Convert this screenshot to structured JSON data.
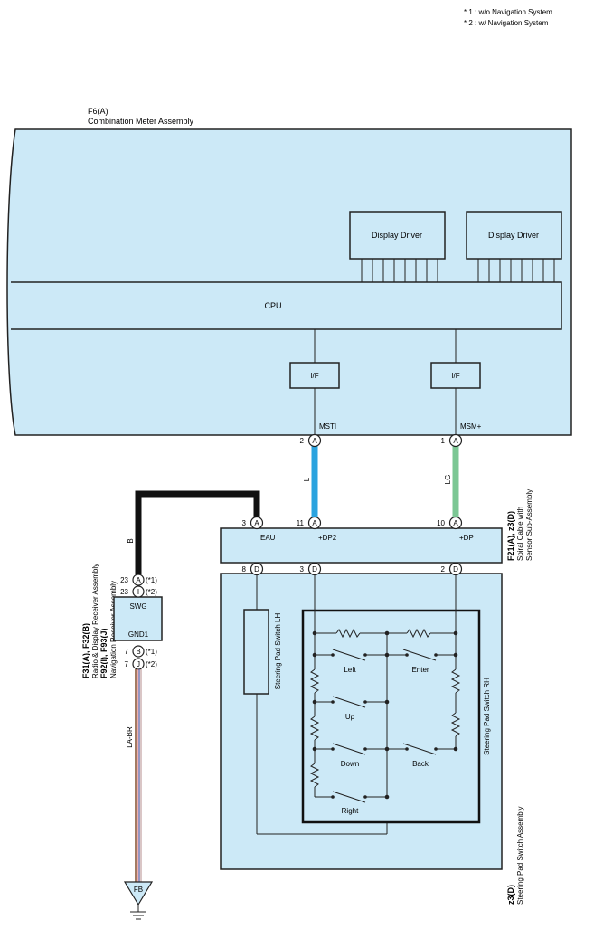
{
  "notes": [
    "* 1 : w/o Navigation System",
    "* 2 : w/ Navigation System"
  ],
  "meter": {
    "code": "F6(A)",
    "name": "Combination Meter Assembly",
    "driver1": "Display Driver",
    "driver2": "Display Driver",
    "cpu": "CPU",
    "if1": "I/F",
    "if2": "I/F",
    "sig1": "MSTI",
    "sig2": "MSM+",
    "pin1": "2",
    "pin2": "1",
    "conn": "A"
  },
  "wires": {
    "blue": "L",
    "green": "LG",
    "black": "B",
    "labr": "LA-BR",
    "blue_color": "#2aa3df",
    "green_color": "#7cc794",
    "black_color": "#111111"
  },
  "spiral": {
    "code": "F21(A), z3(D)",
    "name1": "Spiral Cable with",
    "name2": "Sensor Sub-Assembly",
    "pin_eau": "3",
    "pin_dp2": "11",
    "pin_dp": "10",
    "sig_eau": "EAU",
    "sig_dp2": "+DP2",
    "sig_dp": "+DP",
    "conn_a": "A",
    "pin_d1": "8",
    "pin_d2": "3",
    "pin_d3": "2",
    "conn_d": "D"
  },
  "radio": {
    "code1": "F31(A), F32(B)",
    "name1": "Radio & Display Receiver Assembly",
    "code2": "F92(I), F93(J)",
    "name2": "Navigation Receiver Assembly",
    "swg": "SWG",
    "gnd": "GND1",
    "pin_a": "23",
    "pin_i": "23",
    "pin_b": "7",
    "pin_j": "7",
    "conn_a": "A",
    "conn_i": "I",
    "conn_b": "B",
    "conn_j": "J",
    "note1": "(*1)",
    "note2": "(*2)",
    "note3": "(*1)",
    "note4": "(*2)"
  },
  "switches": {
    "lh": "Steering Pad Switch LH",
    "rh": "Steering Pad Switch RH",
    "left": "Left",
    "enter": "Enter",
    "up": "Up",
    "down": "Down",
    "back": "Back",
    "right": "Right"
  },
  "assembly": {
    "code": "z3(D)",
    "name": "Steering Pad Switch Assembly"
  },
  "ground": "FB",
  "colors": {
    "fill": "#cce9f7",
    "stroke": "#222222"
  }
}
